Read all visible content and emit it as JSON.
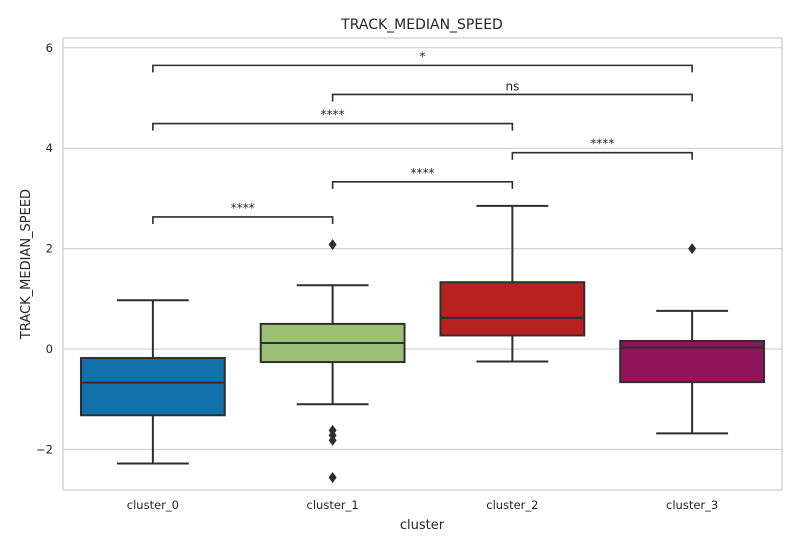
{
  "chart_data": {
    "type": "box",
    "title": "TRACK_MEDIAN_SPEED",
    "xlabel": "cluster",
    "ylabel": "TRACK_MEDIAN_SPEED",
    "ylim": [
      -2.8,
      6.2
    ],
    "yticks": [
      -2,
      0,
      2,
      4,
      6
    ],
    "ytick_labels": [
      "−2",
      "0",
      "2",
      "4",
      "6"
    ],
    "grid": true,
    "categories": [
      "cluster_0",
      "cluster_1",
      "cluster_2",
      "cluster_3"
    ],
    "boxes": [
      {
        "category": "cluster_0",
        "color": "#1170aa",
        "whisker_low": -2.28,
        "q1": -1.32,
        "median": -0.67,
        "q3": -0.18,
        "whisker_high": 0.97,
        "outliers": []
      },
      {
        "category": "cluster_1",
        "color": "#9cbf78",
        "whisker_low": -1.1,
        "q1": -0.26,
        "median": 0.12,
        "q3": 0.5,
        "whisker_high": 1.27,
        "outliers": [
          2.08,
          -1.62,
          -1.72,
          -1.82,
          -2.56
        ]
      },
      {
        "category": "cluster_2",
        "color": "#b8211d",
        "whisker_low": -0.25,
        "q1": 0.27,
        "median": 0.62,
        "q3": 1.33,
        "whisker_high": 2.85,
        "outliers": []
      },
      {
        "category": "cluster_3",
        "color": "#901459",
        "whisker_low": -1.68,
        "q1": -0.66,
        "median": 0.03,
        "q3": 0.16,
        "whisker_high": 0.76,
        "outliers": [
          2.0
        ]
      }
    ],
    "significance": [
      {
        "from": 0,
        "to": 1,
        "y": 2.63,
        "label": "****"
      },
      {
        "from": 1,
        "to": 2,
        "y": 3.33,
        "label": "****"
      },
      {
        "from": 2,
        "to": 3,
        "y": 3.91,
        "label": "****"
      },
      {
        "from": 0,
        "to": 2,
        "y": 4.49,
        "label": "****"
      },
      {
        "from": 1,
        "to": 3,
        "y": 5.07,
        "label": "ns"
      },
      {
        "from": 0,
        "to": 3,
        "y": 5.65,
        "label": "*"
      }
    ]
  }
}
